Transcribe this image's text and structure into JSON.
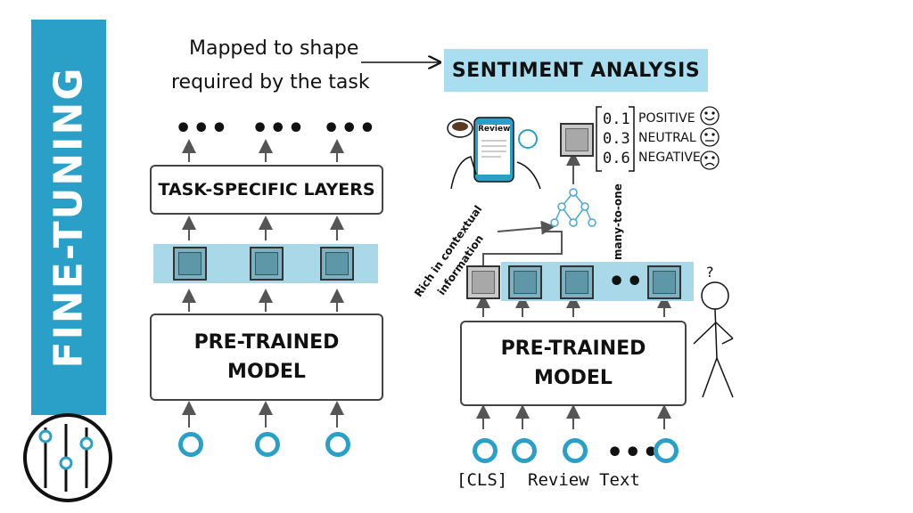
{
  "banner": {
    "title": "FINE-TUNING",
    "color": "#2aa0c8",
    "icon": "sliders-icon"
  },
  "left_diagram": {
    "task_layers_label": "TASK-SPECIFIC LAYERS",
    "pretrained_label_line1": "PRE-TRAINED",
    "pretrained_label_line2": "MODEL",
    "output_dots": [
      "•••",
      "•••",
      "•••"
    ]
  },
  "annotation": {
    "line1": "Mapped to shape",
    "line2": "required by the task"
  },
  "right_diagram": {
    "title": "SENTIMENT ANALYSIS",
    "title_bg": "#a9def0",
    "pretrained_label_line1": "PRE-TRAINED",
    "pretrained_label_line2": "MODEL",
    "token_dots": "•••",
    "input_dots": "•••",
    "cls_label": "[CLS]",
    "review_text_label": "Review Text",
    "rich_line1": "Rich in contextual",
    "rich_line2": "information",
    "many_to_one": "many-to-one",
    "phone_label": "Review",
    "probabilities": [
      {
        "value": "0.1",
        "label": "POSITIVE",
        "icon": "happy-face-icon"
      },
      {
        "value": "0.3",
        "label": "NEUTRAL",
        "icon": "neutral-face-icon"
      },
      {
        "value": "0.6",
        "label": "NEGATIVE",
        "icon": "sad-face-icon"
      }
    ],
    "question_mark": "?"
  },
  "colors": {
    "accent": "#2aa0c8",
    "strip": "#a9d8e8",
    "token": "#5e97a8",
    "cls": "#a8a8a8"
  }
}
